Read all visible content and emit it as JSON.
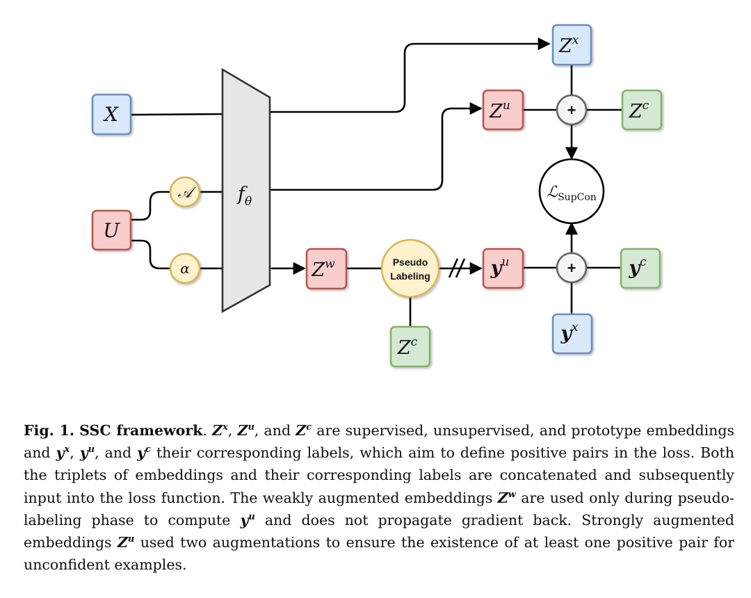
{
  "figure": {
    "encoder": {
      "symbol": "f",
      "subscript": "θ"
    },
    "inputs": {
      "x": "X",
      "u": "U"
    },
    "augmentations": {
      "strong": "𝒜",
      "weak": "α"
    },
    "embeddings": {
      "zx": {
        "base": "Z",
        "sup": "x"
      },
      "zu": {
        "base": "Z",
        "sup": "u"
      },
      "zc_top": {
        "base": "Z",
        "sup": "c"
      },
      "zw": {
        "base": "Z",
        "sup": "w"
      },
      "zc_bottom": {
        "base": "Z",
        "sup": "c"
      }
    },
    "labels": {
      "yu": {
        "base": "y",
        "sup": "u"
      },
      "yc": {
        "base": "y",
        "sup": "c"
      },
      "yx": {
        "base": "y",
        "sup": "x"
      }
    },
    "pseudo_labeling": {
      "line1": "Pseudo",
      "line2": "Labeling"
    },
    "concat_symbol": "+",
    "loss": {
      "symbol": "ℒ",
      "subscript": "SupCon"
    },
    "colors": {
      "blue_fill": "#dae8fc",
      "blue_stroke": "#6c8ebf",
      "red_fill": "#f8cecc",
      "red_stroke": "#b85450",
      "green_fill": "#d5e8d4",
      "green_stroke": "#82b366",
      "yellow_fill": "#fff2cc",
      "yellow_stroke": "#d6b656",
      "encoder_fill": "#e6e6e6",
      "encoder_stroke": "#333333",
      "concat_fill": "#f5f5f5",
      "concat_stroke": "#666666"
    }
  },
  "caption": {
    "fig_label": "Fig. 1.",
    "title": "SSC framework",
    "s1": ".",
    "s2": ", ",
    "s3": ", and ",
    "s4": " are supervised, unsupervised, and prototype embeddings and ",
    "s5": ", ",
    "s6": ", and ",
    "s7": " their corresponding labels, which aim to define positive pairs in the loss. Both the triplets of embeddings and their corresponding labels are concatenated and subsequently input into the loss function. The weakly augmented embeddings ",
    "s8": " are used only during pseudo-labeling phase to compute ",
    "s9": " and does not propagate gradient back. Strongly augmented embeddings ",
    "s10": " used two augmentations to ensure the existence of at least one positive pair for unconfident examples.",
    "Z": "Z",
    "y": "y",
    "x": "x",
    "u": "u",
    "c": "c",
    "w": "w"
  }
}
